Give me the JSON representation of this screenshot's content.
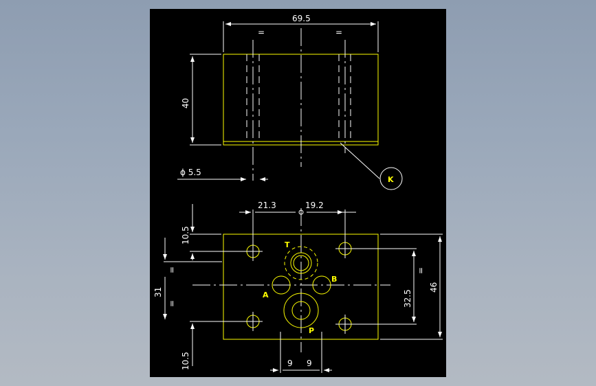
{
  "drawing": {
    "colors": {
      "background": "#000000",
      "outline": "#ffff00",
      "dimension": "#ffffff"
    },
    "top_view": {
      "dim_width": "69.5",
      "dim_height": "40",
      "dim_hole_dia": "ϕ 5.5",
      "equal_left": "=",
      "equal_right": "=",
      "callout": "K"
    },
    "bottom_view": {
      "dim_left_offset": "21.3",
      "dim_right_offset": "19.2",
      "dim_top_margin": "10.5",
      "dim_bottom_margin": "10.5",
      "dim_span_left": "31",
      "dim_span_right": "32.5",
      "dim_height": "46",
      "dim_p_left": "9",
      "dim_p_right": "9",
      "equal_a": "=",
      "equal_b": "=",
      "equal_c": "=",
      "ports": {
        "t": "T",
        "a": "A",
        "b": "B",
        "p": "P"
      }
    }
  }
}
